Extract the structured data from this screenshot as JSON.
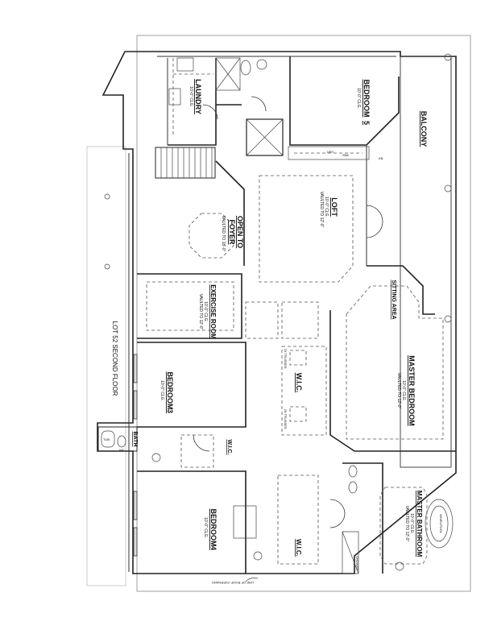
{
  "sheet": {
    "title": "LOT 52 SECOND FLOOR",
    "roof_note": "LINE OF ROOF OVERHANG"
  },
  "rooms": {
    "laundry": {
      "name": "LAUNDRY",
      "dim": "10'-0\" CLG."
    },
    "bedroom5": {
      "name": "BEDROOM",
      "number": "5",
      "dim": "10'-0\" CLG."
    },
    "balcony": {
      "name": "BALCONY"
    },
    "loft": {
      "name": "LOFT",
      "dim": "10'-0\" CLG.",
      "dim2": "VAULTED TO 12'-0\""
    },
    "open_to_foyer": {
      "name": "OPEN TO",
      "name2": "FOYER",
      "dim": "VAULTED TO 18'-0\""
    },
    "exercise_room": {
      "name": "EXERCISE ROOM",
      "dim": "10'-0\" CLG.",
      "dim2": "VAULTED TO 12'-0\""
    },
    "sitting_area": {
      "name": "SITTING AREA"
    },
    "master_bedroom": {
      "name": "MASTER BEDROOM",
      "dim": "10'-0\" CLG.",
      "dim2": "VAULTED TO 12'-0\""
    },
    "wic_master": {
      "name": "W.I.C.",
      "note1": "2X TRUSSES",
      "note2": "2X TRUSSES"
    },
    "bedroom3": {
      "name": "BEDROOM",
      "number": "3",
      "dim": "10'-0\" CLG."
    },
    "bath": {
      "name": "BATH"
    },
    "wic_bed3": {
      "name": "W.I.C."
    },
    "bedroom4": {
      "name": "BEDROOM",
      "number": "4",
      "dim": "10'-0\" CLG."
    },
    "wic_bed4": {
      "name": "W.I.C."
    },
    "master_bathroom": {
      "name": "MASTER BATHROOM",
      "dim": "10'-0\" CLG.",
      "dim2": "VAULTED TO 12'-0\""
    }
  },
  "fixtures": {
    "dryer": "DRY",
    "sink": "SNK",
    "keyboard_note": "KB",
    "water_closet": "WC",
    "tub": "TUB",
    "whirlpool": "WHIRLPOOL",
    "shower": "SHOWER"
  }
}
